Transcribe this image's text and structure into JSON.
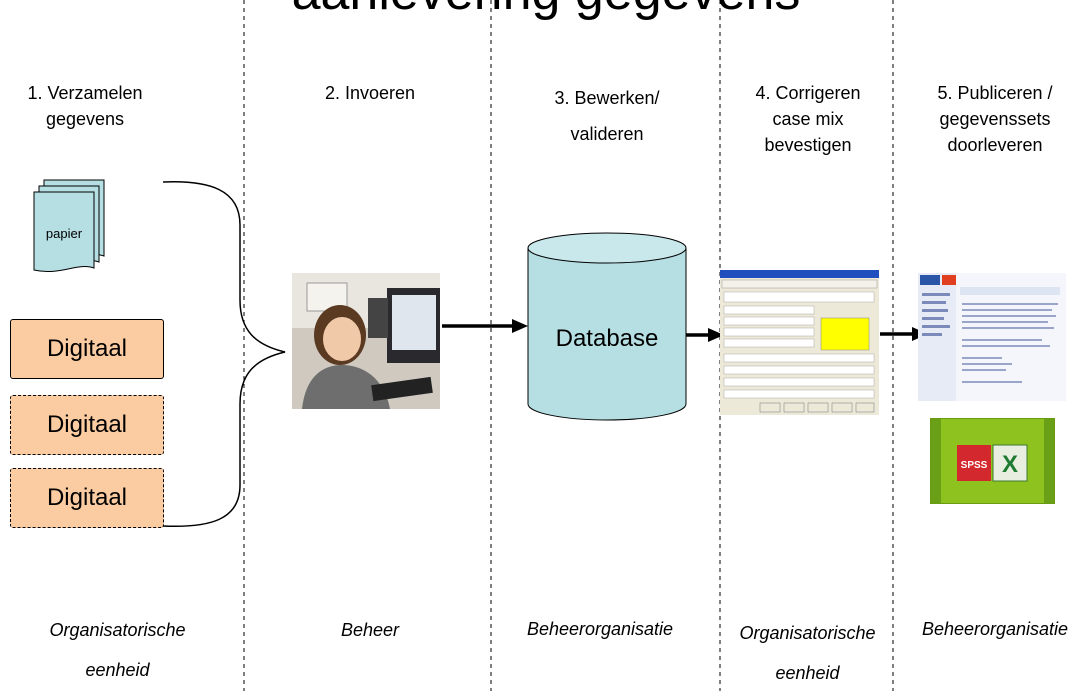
{
  "title": "aanlevering gegevens",
  "steps": [
    {
      "label_1": "1. Verzamelen",
      "label_2": "gegevens"
    },
    {
      "label_1": "2. Invoeren"
    },
    {
      "label_1": "3. Bewerken/",
      "label_2": "valideren"
    },
    {
      "label_1": "4. Corrigeren",
      "label_2": "case mix",
      "label_3": "bevestigen"
    },
    {
      "label_1": "5. Publiceren /",
      "label_2": "gegevenssets",
      "label_3": "doorleveren"
    }
  ],
  "sources": {
    "paper_label": "papier",
    "digital_label": "Digitaal"
  },
  "database_label": "Database",
  "export_labels": {
    "spss": "SPSS",
    "excel": "X"
  },
  "footer": [
    {
      "line_1": "Organisatorische",
      "line_2": "eenheid"
    },
    {
      "line_1": "Beheer"
    },
    {
      "line_1": "Beheerorganisatie"
    },
    {
      "line_1": "Organisatorische",
      "line_2": "eenheid"
    },
    {
      "line_1": "Beheerorganisatie"
    }
  ],
  "colors": {
    "digital_fill": "#fbcca1",
    "paper_fill": "#b6dfe3",
    "database_fill": "#b6dfe3",
    "highlight_yellow": "#ffff00",
    "excel_green": "#8dc21f",
    "spss_red": "#d2282e"
  }
}
